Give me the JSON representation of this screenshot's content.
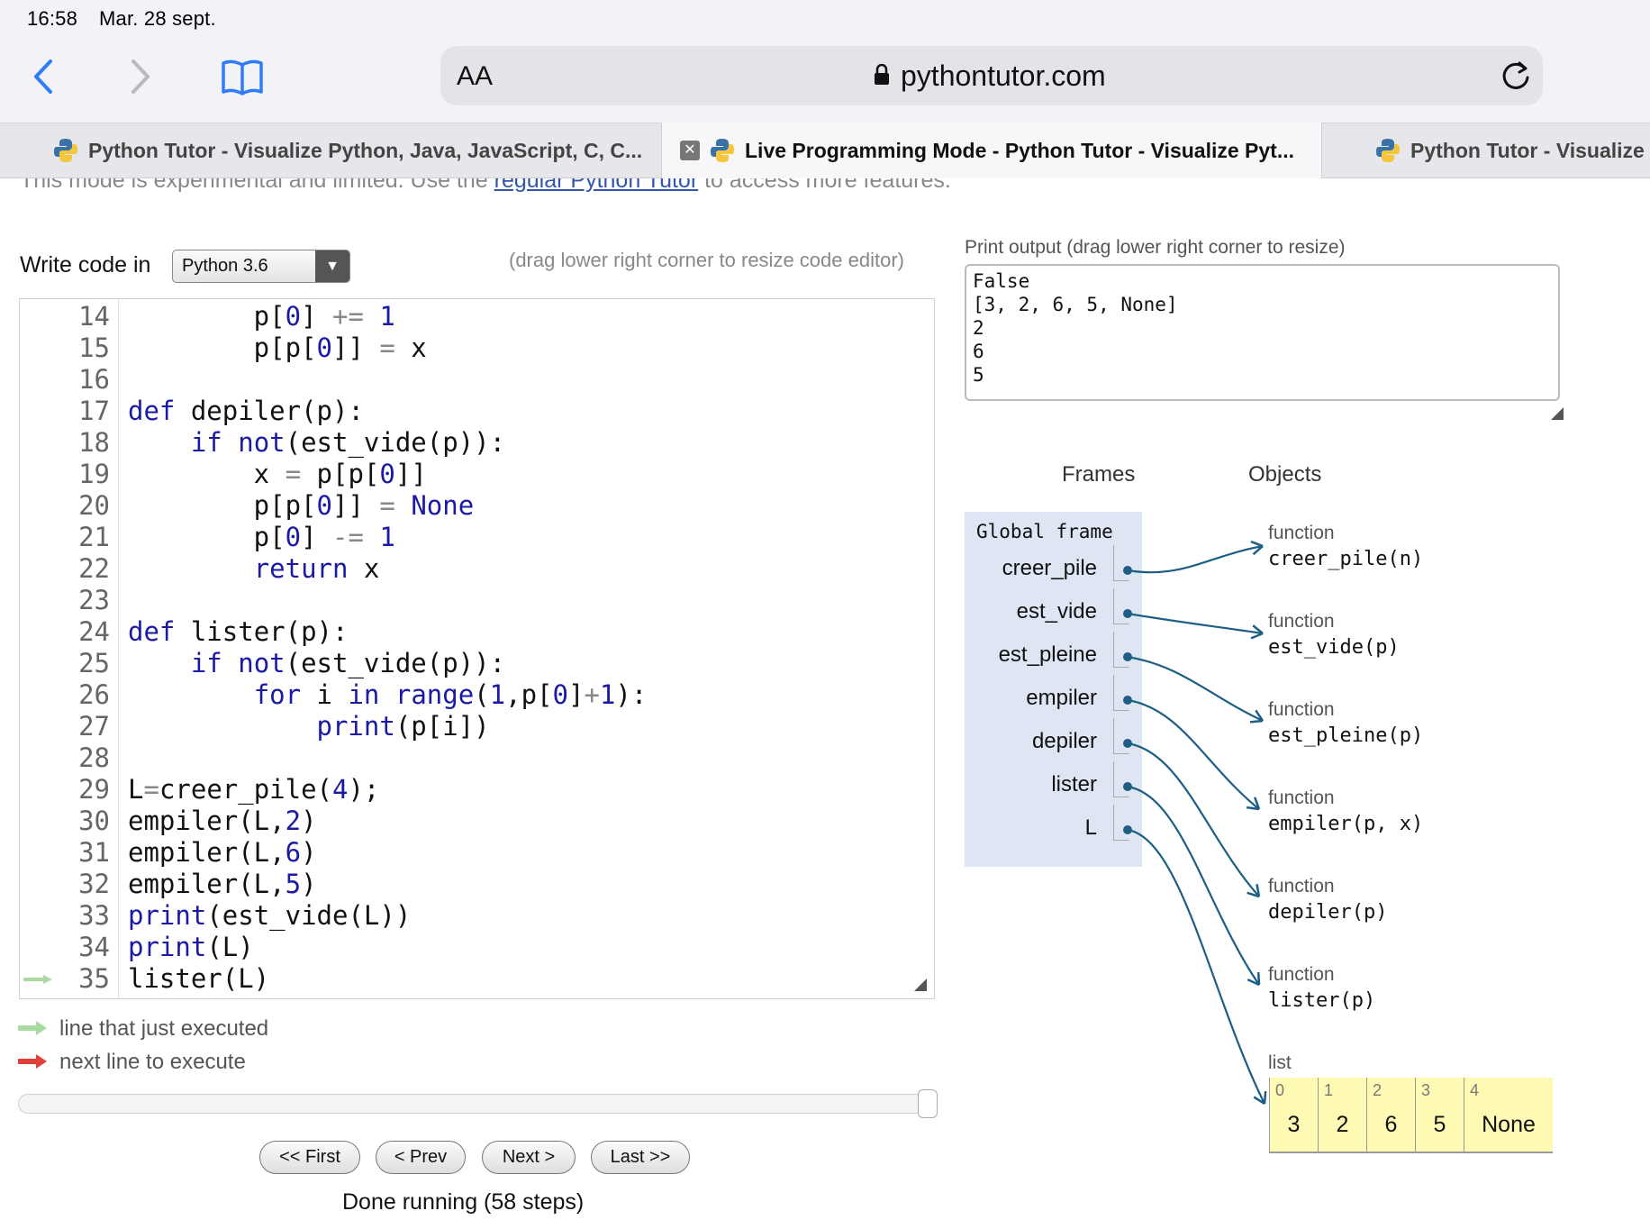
{
  "status_bar": {
    "time": "16:58",
    "date": "Mar. 28 sept."
  },
  "browser": {
    "text_size_label": "AA",
    "url": "pythontutor.com",
    "tabs": [
      {
        "title": "Python Tutor - Visualize Python, Java, JavaScript, C, C..."
      },
      {
        "title": "Live Programming Mode - Python Tutor - Visualize Pyt...",
        "active": true
      },
      {
        "title": "Python Tutor - Visualize"
      }
    ]
  },
  "page": {
    "note_prefix": "This mode is experimental and limited. Use the",
    "note_link": "regular Python Tutor",
    "note_suffix": "to access more features.",
    "write_label": "Write code in",
    "language": "Python 3.6",
    "drag_hint": "(drag lower right corner to resize code editor)"
  },
  "editor": {
    "lines": [
      {
        "n": "14",
        "code": "        p[0] += 1"
      },
      {
        "n": "15",
        "code": "        p[p[0]] = x"
      },
      {
        "n": "16",
        "code": ""
      },
      {
        "n": "17",
        "code": "def depiler(p):"
      },
      {
        "n": "18",
        "code": "    if not(est_vide(p)):"
      },
      {
        "n": "19",
        "code": "        x = p[p[0]]"
      },
      {
        "n": "20",
        "code": "        p[p[0]] = None"
      },
      {
        "n": "21",
        "code": "        p[0] -= 1"
      },
      {
        "n": "22",
        "code": "        return x"
      },
      {
        "n": "23",
        "code": ""
      },
      {
        "n": "24",
        "code": "def lister(p):"
      },
      {
        "n": "25",
        "code": "    if not(est_vide(p)):"
      },
      {
        "n": "26",
        "code": "        for i in range(1,p[0]+1):"
      },
      {
        "n": "27",
        "code": "            print(p[i])"
      },
      {
        "n": "28",
        "code": ""
      },
      {
        "n": "29",
        "code": "L=creer_pile(4);"
      },
      {
        "n": "30",
        "code": "empiler(L,2)"
      },
      {
        "n": "31",
        "code": "empiler(L,6)"
      },
      {
        "n": "32",
        "code": "empiler(L,5)"
      },
      {
        "n": "33",
        "code": "print(est_vide(L))"
      },
      {
        "n": "34",
        "code": "print(L)"
      },
      {
        "n": "35",
        "code": "lister(L)"
      }
    ],
    "current_line": "35"
  },
  "legend": {
    "just_executed": "line that just executed",
    "next_line": "next line to execute"
  },
  "controls": {
    "first": "<< First",
    "prev": "< Prev",
    "next": "Next >",
    "last": "Last >>",
    "status": "Done running (58 steps)",
    "step_progress": 1.0
  },
  "output": {
    "label": "Print output (drag lower right corner to resize)",
    "text": "False\n[3, 2, 6, 5, None]\n2\n6\n5"
  },
  "viz": {
    "frames_header": "Frames",
    "objects_header": "Objects",
    "global_frame": "Global frame",
    "variables": [
      "creer_pile",
      "est_vide",
      "est_pleine",
      "empiler",
      "depiler",
      "lister",
      "L"
    ],
    "functions": [
      {
        "type": "function",
        "name": "creer_pile(n)"
      },
      {
        "type": "function",
        "name": "est_vide(p)"
      },
      {
        "type": "function",
        "name": "est_pleine(p)"
      },
      {
        "type": "function",
        "name": "empiler(p, x)"
      },
      {
        "type": "function",
        "name": "depiler(p)"
      },
      {
        "type": "function",
        "name": "lister(p)"
      }
    ],
    "list": {
      "type": "list",
      "indices": [
        "0",
        "1",
        "2",
        "3",
        "4"
      ],
      "values": [
        "3",
        "2",
        "6",
        "5",
        "None"
      ]
    }
  },
  "colors": {
    "keyword": "#1a1aa6",
    "frame_bg": "#dde6f2",
    "list_bg": "#fef9b3",
    "arrow": "#1d5e85",
    "just_executed_arrow": "#a9dba0",
    "next_line_arrow": "#e0403a"
  }
}
